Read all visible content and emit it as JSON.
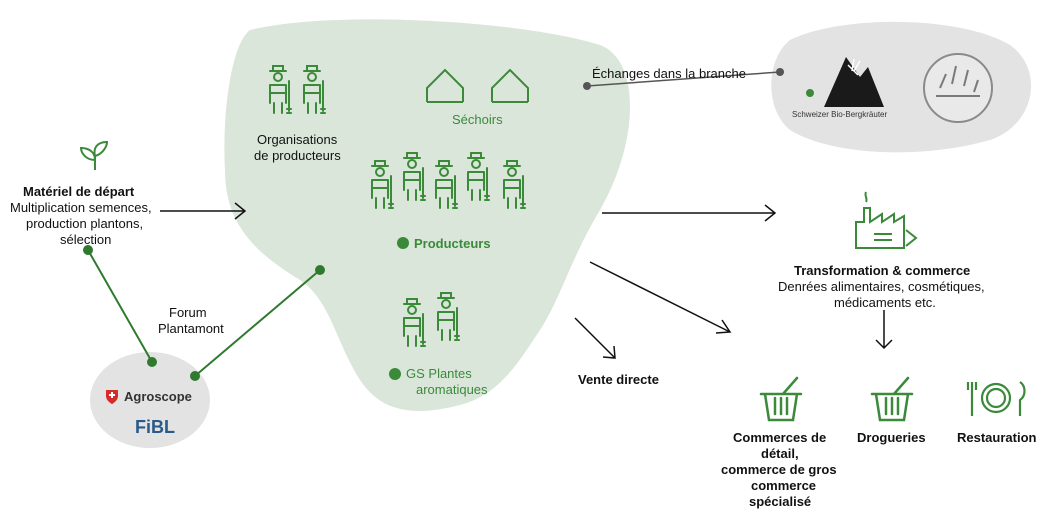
{
  "colors": {
    "green": "#3a8a3a",
    "blob": "#dbe6db",
    "gray_blob": "#e3e3e3",
    "line_green": "#2f7a2f"
  },
  "start": {
    "title": "Matériel de départ",
    "line1": "Multiplication semences,",
    "line2": "production plantons,",
    "line3": "sélection"
  },
  "forum": {
    "line1": "Forum",
    "line2": "Plantamont"
  },
  "logos": {
    "agroscope": "Agroscope",
    "fibl": "FiBL",
    "bio_bergkrauter": "Schweizer Bio-Bergkräuter"
  },
  "cluster": {
    "orgs_line1": "Organisations",
    "orgs_line2": "de producteurs",
    "sechoirs": "Séchoirs",
    "producteurs": "Producteurs",
    "gs_line1": "GS Plantes",
    "gs_line2": "aromatiques"
  },
  "exchange": "Échanges dans la branche",
  "vente_directe": "Vente directe",
  "transformation": {
    "title": "Transformation & commerce",
    "line1": "Denrées alimentaires, cosmétiques,",
    "line2": "médicaments etc."
  },
  "outlets": {
    "retail_line1": "Commerces de",
    "retail_line2": "détail,",
    "retail_line3": "commerce de gros",
    "retail_line4": "commerce",
    "retail_line5": "spécialisé",
    "drogueries": "Drogueries",
    "restauration": "Restauration"
  }
}
